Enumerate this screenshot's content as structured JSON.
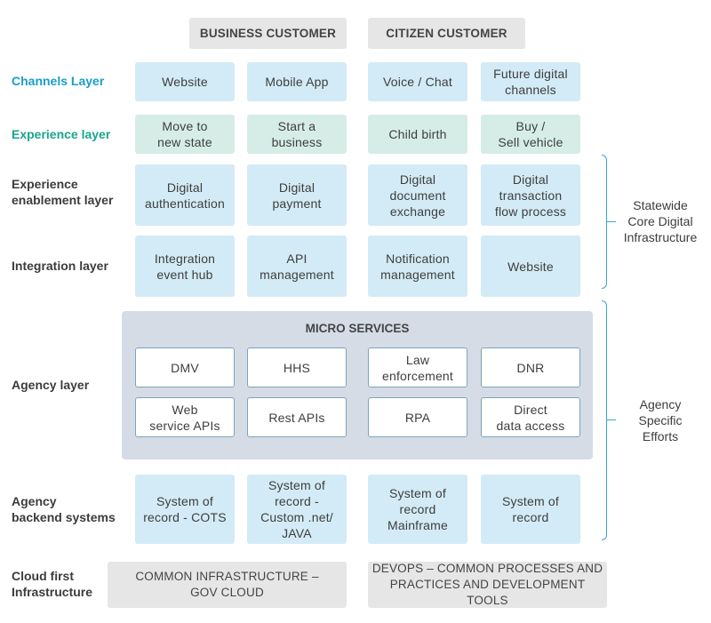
{
  "headers": {
    "business": "BUSINESS CUSTOMER",
    "citizen": "CITIZEN CUSTOMER"
  },
  "layers": {
    "channels": "Channels Layer",
    "experience": "Experience layer",
    "enablement": "Experience\nenablement layer",
    "integration": "Integration layer",
    "agency": "Agency layer",
    "backend": "Agency\nbackend systems",
    "cloud": "Cloud first\nInfrastructure"
  },
  "channels": [
    "Website",
    "Mobile App",
    "Voice / Chat",
    "Future digital\nchannels"
  ],
  "experience": [
    "Move to\nnew state",
    "Start a\nbusiness",
    "Child birth",
    "Buy /\nSell vehicle"
  ],
  "enablement": [
    "Digital\nauthentication",
    "Digital\npayment",
    "Digital\ndocument\nexchange",
    "Digital\ntransaction\nflow process"
  ],
  "integration": [
    "Integration\nevent hub",
    "API\nmanagement",
    "Notification\nmanagement",
    "Website"
  ],
  "micro": {
    "title": "MICRO SERVICES",
    "row1": [
      "DMV",
      "HHS",
      "Law\nenforcement",
      "DNR"
    ],
    "row2": [
      "Web\nservice APIs",
      "Rest APIs",
      "RPA",
      "Direct\ndata access"
    ]
  },
  "backend": [
    "System of\nrecord - COTS",
    "System of\nrecord  -\nCustom .net/\nJAVA",
    "System of\nrecord\nMainframe",
    "System of\nrecord"
  ],
  "cloud": [
    "COMMON INFRASTRUCTURE –\nGOV CLOUD",
    "DEVOPS – COMMON PROCESSES AND\nPRACTICES AND DEVELOPMENT TOOLS"
  ],
  "side": {
    "statewide": "Statewide\nCore Digital\nInfrastructure",
    "agency": "Agency\nSpecific\nEfforts"
  },
  "colors": {
    "channel_label": "#1b9dc9",
    "experience_label": "#1aa58c",
    "blue_box": "#d3ebf6",
    "green_box": "#d5ede6",
    "gray_box": "#e6e6e6",
    "brace": "#3aa6d3"
  }
}
